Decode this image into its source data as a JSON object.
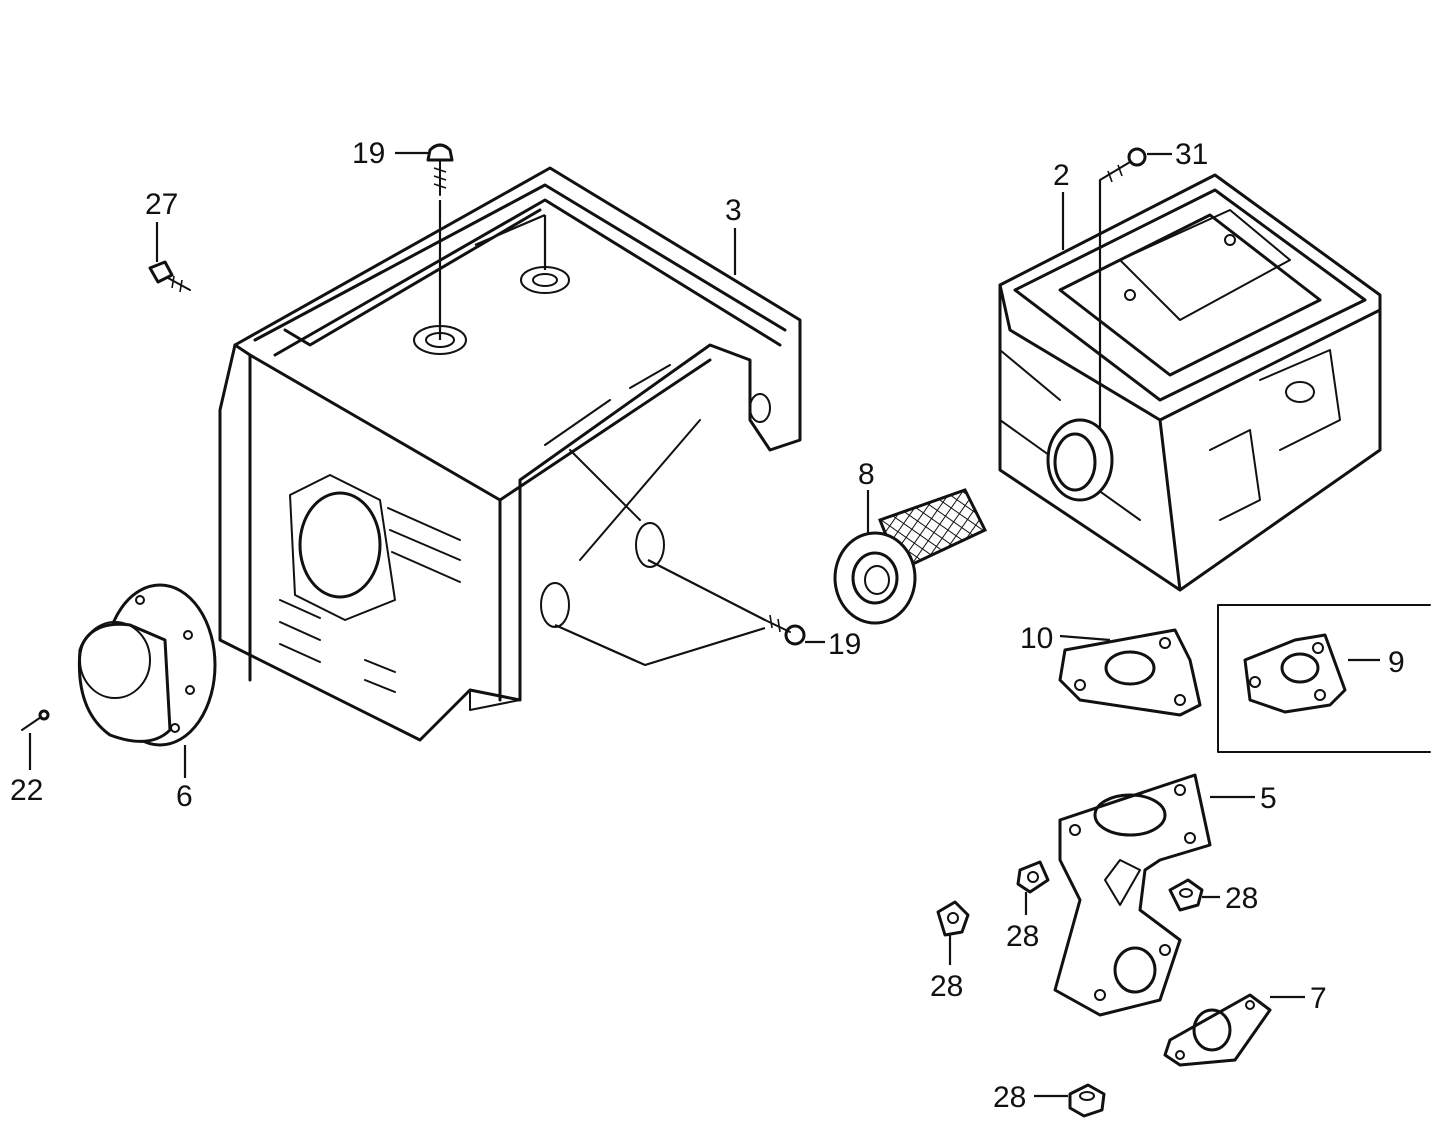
{
  "callouts": {
    "c19a": "19",
    "c19b": "19",
    "c27": "27",
    "c3": "3",
    "c2": "2",
    "c31": "31",
    "c8": "8",
    "c10": "10",
    "c9": "9",
    "c5": "5",
    "c22": "22",
    "c6": "6",
    "c28a": "28",
    "c28b": "28",
    "c28c": "28",
    "c28d": "28",
    "c7": "7"
  },
  "colors": {
    "line": "#111111",
    "background": "#ffffff"
  }
}
